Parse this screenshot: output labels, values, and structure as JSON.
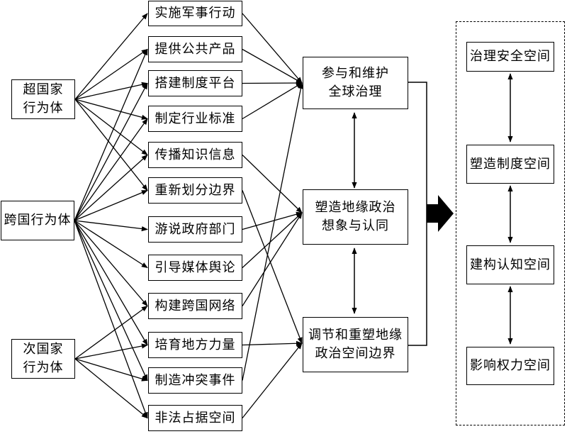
{
  "actors": [
    {
      "id": "supra",
      "label": "超国家\n行为体"
    },
    {
      "id": "trans",
      "label": "跨国行为体"
    },
    {
      "id": "sub",
      "label": "次国家\n行为体"
    }
  ],
  "actions": [
    {
      "id": "a1",
      "label": "实施军事行动"
    },
    {
      "id": "a2",
      "label": "提供公共产品"
    },
    {
      "id": "a3",
      "label": "搭建制度平台"
    },
    {
      "id": "a4",
      "label": "制定行业标准"
    },
    {
      "id": "a5",
      "label": "传播知识信息"
    },
    {
      "id": "a6",
      "label": "重新划分边界"
    },
    {
      "id": "a7",
      "label": "游说政府部门"
    },
    {
      "id": "a8",
      "label": "引导媒体舆论"
    },
    {
      "id": "a9",
      "label": "构建跨国网络"
    },
    {
      "id": "a10",
      "label": "培育地方力量"
    },
    {
      "id": "a11",
      "label": "制造冲突事件"
    },
    {
      "id": "a12",
      "label": "非法占据空间"
    }
  ],
  "outcomes": [
    {
      "id": "o1",
      "label": "参与和维护\n全球治理"
    },
    {
      "id": "o2",
      "label": "塑造地缘政治\n想象与认同"
    },
    {
      "id": "o3",
      "label": "调节和重塑地缘\n政治空间边界"
    }
  ],
  "spaces": [
    {
      "id": "s1",
      "label": "治理安全空间"
    },
    {
      "id": "s2",
      "label": "塑造制度空间"
    },
    {
      "id": "s3",
      "label": "建构认知空间"
    },
    {
      "id": "s4",
      "label": "影响权力空间"
    }
  ],
  "actor_action_links": [
    [
      "supra",
      "a1"
    ],
    [
      "supra",
      "a2"
    ],
    [
      "supra",
      "a3"
    ],
    [
      "supra",
      "a4"
    ],
    [
      "supra",
      "a5"
    ],
    [
      "supra",
      "a6"
    ],
    [
      "trans",
      "a2"
    ],
    [
      "trans",
      "a3"
    ],
    [
      "trans",
      "a4"
    ],
    [
      "trans",
      "a5"
    ],
    [
      "trans",
      "a6"
    ],
    [
      "trans",
      "a7"
    ],
    [
      "trans",
      "a8"
    ],
    [
      "trans",
      "a9"
    ],
    [
      "trans",
      "a10"
    ],
    [
      "trans",
      "a11"
    ],
    [
      "trans",
      "a12"
    ],
    [
      "sub",
      "a9"
    ],
    [
      "sub",
      "a10"
    ],
    [
      "sub",
      "a11"
    ],
    [
      "sub",
      "a12"
    ]
  ],
  "action_outcome_links": [
    [
      "a1",
      "o1"
    ],
    [
      "a2",
      "o1"
    ],
    [
      "a3",
      "o1"
    ],
    [
      "a4",
      "o1"
    ],
    [
      "a11",
      "o1"
    ],
    [
      "a5",
      "o2"
    ],
    [
      "a7",
      "o2"
    ],
    [
      "a8",
      "o2"
    ],
    [
      "a9",
      "o2"
    ],
    [
      "a6",
      "o3"
    ],
    [
      "a10",
      "o3"
    ],
    [
      "a12",
      "o3"
    ]
  ]
}
